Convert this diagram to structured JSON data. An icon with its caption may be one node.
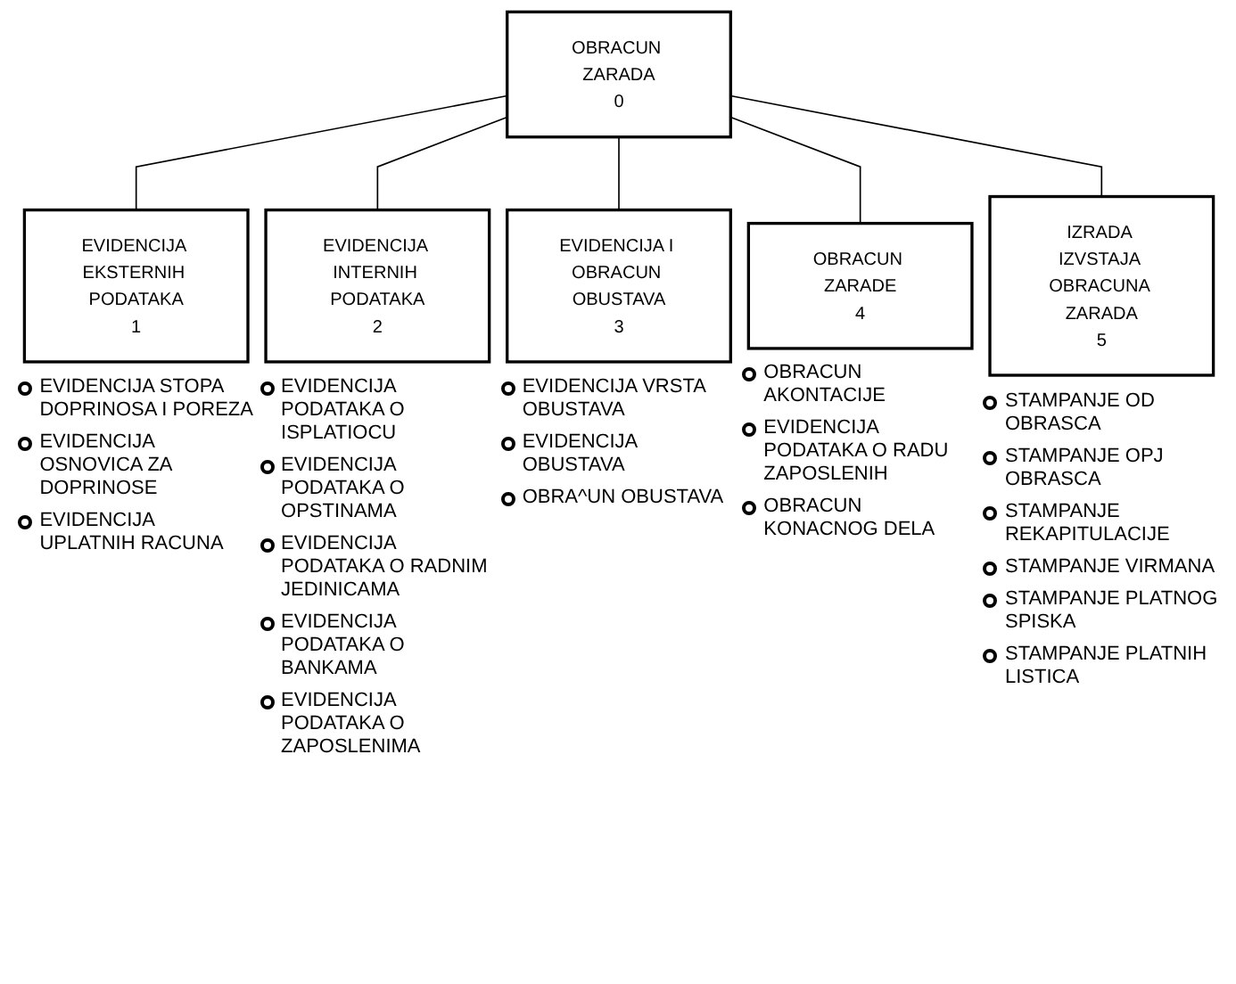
{
  "diagram": {
    "nodes": [
      {
        "text": [
          "OBRACUN ZARADA",
          "0"
        ]
      },
      {
        "text": [
          "EVIDENCIJA EKSTERNIH PODATAKA",
          "1"
        ],
        "beside": [
          "EVIDENCIJA STOPA DOPRINOSA I POREZA",
          "EVIDENCIJA OSNOVICA ZA DOPRINOSE",
          "EVIDENCIJA UPLATNIH RACUNA"
        ]
      },
      {
        "text": [
          "EVIDENCIJA INTERNIH PODATAKA",
          "2"
        ],
        "beside": [
          "EVIDENCIJA PODATAKA O ISPLATIOCU",
          "EVIDENCIJA PODATAKA O OPSTINAMA",
          "EVIDENCIJA PODATAKA O RADNIM JEDINICAMA",
          "EVIDENCIJA PODATAKA O BANKAMA",
          "EVIDENCIJA PODATAKA O ZAPOSLENIMA"
        ]
      },
      {
        "text": [
          "EVIDENCIJA I OBRACUN OBUSTAVA",
          "3"
        ],
        "beside": [
          "EVIDENCIJA VRSTA OBUSTAVA",
          "EVIDENCIJA OBUSTAVA",
          "OBRA^UN OBUSTAVA"
        ]
      },
      {
        "text": [
          "OBRACUN ZARADE",
          "4"
        ],
        "beside": [
          "OBRACUN AKONTACIJE",
          "EVIDENCIJA PODATAKA O RADU ZAPOSLENIH",
          "OBRACUN KONACNOG DELA"
        ]
      },
      {
        "text": [
          "IZRADA IZVSTAJA OBRACUNA ZARADA",
          "5"
        ],
        "beside": [
          "STAMPANJE OD OBRASCA",
          "STAMPANJE OPJ OBRASCA",
          "STAMPANJE REKAPITULACIJE",
          "STAMPANJE VIRMANA",
          "STAMPANJE PLATNOG SPISKA",
          "STAMPANJE PLATNIH LISTICA"
        ]
      }
    ],
    "edges": [
      {
        "from": 0,
        "to": 1,
        "arrow": "none"
      },
      {
        "from": 0,
        "to": 2,
        "arrow": "none"
      },
      {
        "from": 0,
        "to": 3,
        "arrow": "none"
      },
      {
        "from": 0,
        "to": 4,
        "arrow": "none"
      },
      {
        "from": 0,
        "to": 5,
        "arrow": "none"
      }
    ]
  }
}
